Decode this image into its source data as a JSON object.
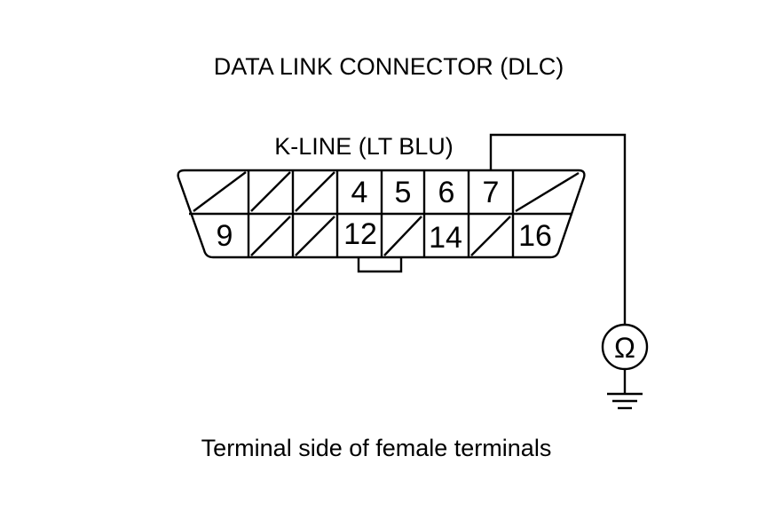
{
  "diagram": {
    "title": "DATA LINK CONNECTOR (DLC)",
    "wire_label": "K-LINE (LT BLU)",
    "caption": "Terminal side of female terminals",
    "meter_symbol": "Ω",
    "top_row_pins": [
      "4",
      "5",
      "6",
      "7"
    ],
    "bottom_row_pins": [
      "9",
      "12",
      "14",
      "16"
    ]
  }
}
